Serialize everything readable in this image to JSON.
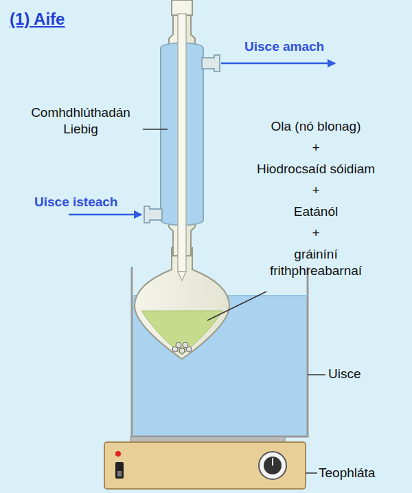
{
  "diagram": {
    "title": "(1) Aife",
    "labels": [
      "Comhdhlúthadán Liebig",
      "Uisce amach",
      "Uisce isteach",
      "Ola (nó blonag)",
      "+",
      "Hiodrocsaíd sóidiam",
      "+",
      "Eatánól",
      "+",
      "gráiníní frithphreabarnaí",
      "Uisce",
      "Teophláta"
    ]
  }
}
